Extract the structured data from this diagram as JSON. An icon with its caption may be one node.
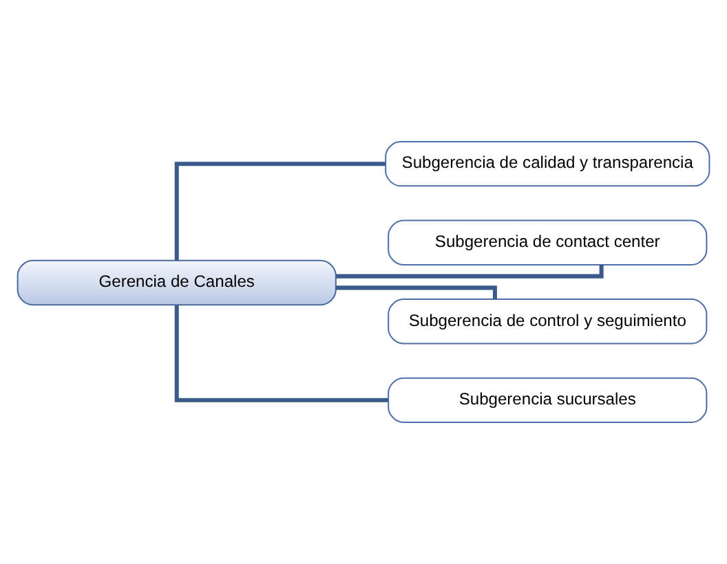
{
  "diagram": {
    "nodes": [
      {
        "text": [
          "Gerencia de Canales"
        ]
      },
      {
        "text": [
          "Subgerencia de calidad y transparencia"
        ]
      },
      {
        "text": [
          "Subgerencia de contact center"
        ]
      },
      {
        "text": [
          "Subgerencia de control y seguimiento"
        ]
      },
      {
        "text": [
          "Subgerencia sucursales"
        ]
      }
    ],
    "edges": [
      {
        "from": 0,
        "to": 1,
        "arrow": "none"
      },
      {
        "from": 0,
        "to": 2,
        "arrow": "none"
      },
      {
        "from": 0,
        "to": 3,
        "arrow": "none"
      },
      {
        "from": 0,
        "to": 4,
        "arrow": "none"
      }
    ]
  }
}
